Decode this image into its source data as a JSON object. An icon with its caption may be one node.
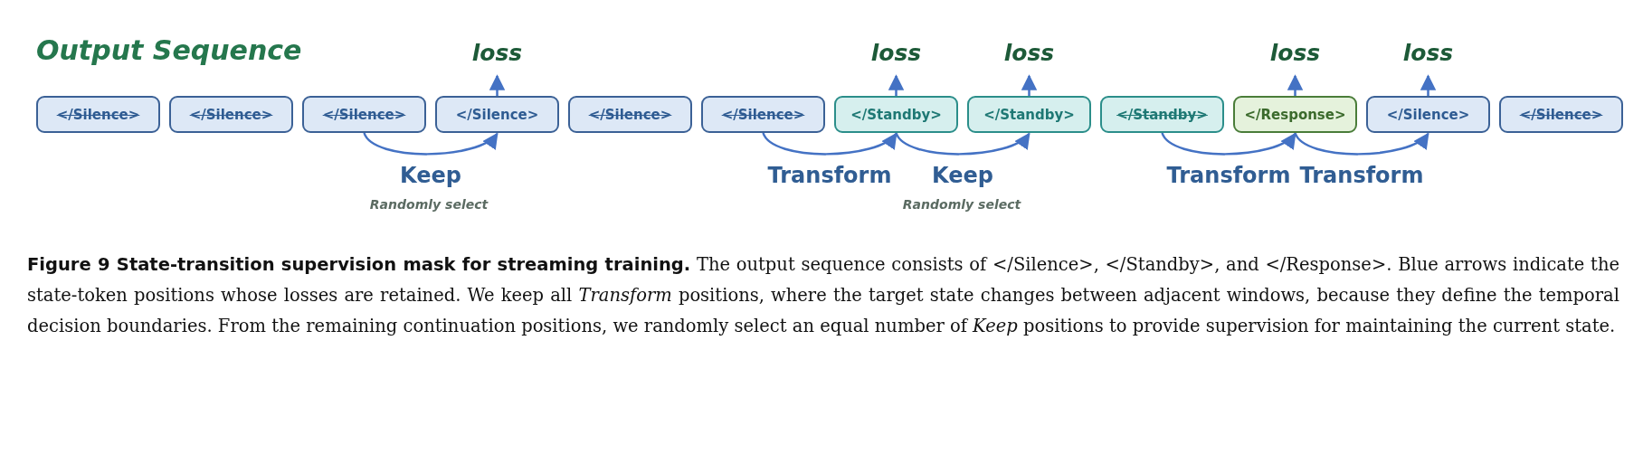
{
  "diagram": {
    "title": "Output Sequence",
    "caption": "**Figure 9  State-transition supervision mask for streaming training.** The output sequence consists of </Silence>, </Standby>, and </Response>. Blue arrows indicate the state-token positions whose losses are retained. We keep all *Transform* positions, where the target state changes between adjacent windows, because they define the temporal decision boundaries. From the remaining continuation positions, we randomly select an equal number of *Keep* positions to provide supervision for maintaining the current state.",
    "nodes": [
      {
        "text": [
          "</Silence>"
        ]
      },
      {
        "text": [
          "</Silence>"
        ]
      },
      {
        "text": [
          "</Silence>"
        ]
      },
      {
        "text": [
          "</Silence>"
        ]
      },
      {
        "text": [
          "</Silence>"
        ]
      },
      {
        "text": [
          "</Silence>"
        ]
      },
      {
        "text": [
          "</Standby>"
        ]
      },
      {
        "text": [
          "</Standby>"
        ]
      },
      {
        "text": [
          "</Standby>"
        ]
      },
      {
        "text": [
          "</Response>"
        ]
      },
      {
        "text": [
          "</Silence>"
        ]
      },
      {
        "text": [
          "</Silence>"
        ]
      },
      {
        "text": [
          "loss"
        ]
      },
      {
        "text": [
          "loss"
        ]
      },
      {
        "text": [
          "loss"
        ]
      },
      {
        "text": [
          "loss"
        ]
      },
      {
        "text": [
          "loss"
        ]
      }
    ],
    "edges": [
      {
        "from": 3,
        "to": 12,
        "arrow": "to"
      },
      {
        "from": 6,
        "to": 13,
        "arrow": "to"
      },
      {
        "from": 7,
        "to": 14,
        "arrow": "to"
      },
      {
        "from": 9,
        "to": 15,
        "arrow": "to"
      },
      {
        "from": 10,
        "to": 16,
        "arrow": "to"
      },
      {
        "from": 2,
        "to": 3,
        "arrow": "to",
        "label": "Keep"
      },
      {
        "from": 5,
        "to": 6,
        "arrow": "to",
        "label": "Transform"
      },
      {
        "from": 6,
        "to": 7,
        "arrow": "to",
        "label": "Keep"
      },
      {
        "from": 8,
        "to": 9,
        "arrow": "to",
        "label": "Transform"
      },
      {
        "from": 9,
        "to": 10,
        "arrow": "to",
        "label": "Transform"
      }
    ],
    "labels": [
      "Randomly select",
      "Randomly select"
    ]
  }
}
